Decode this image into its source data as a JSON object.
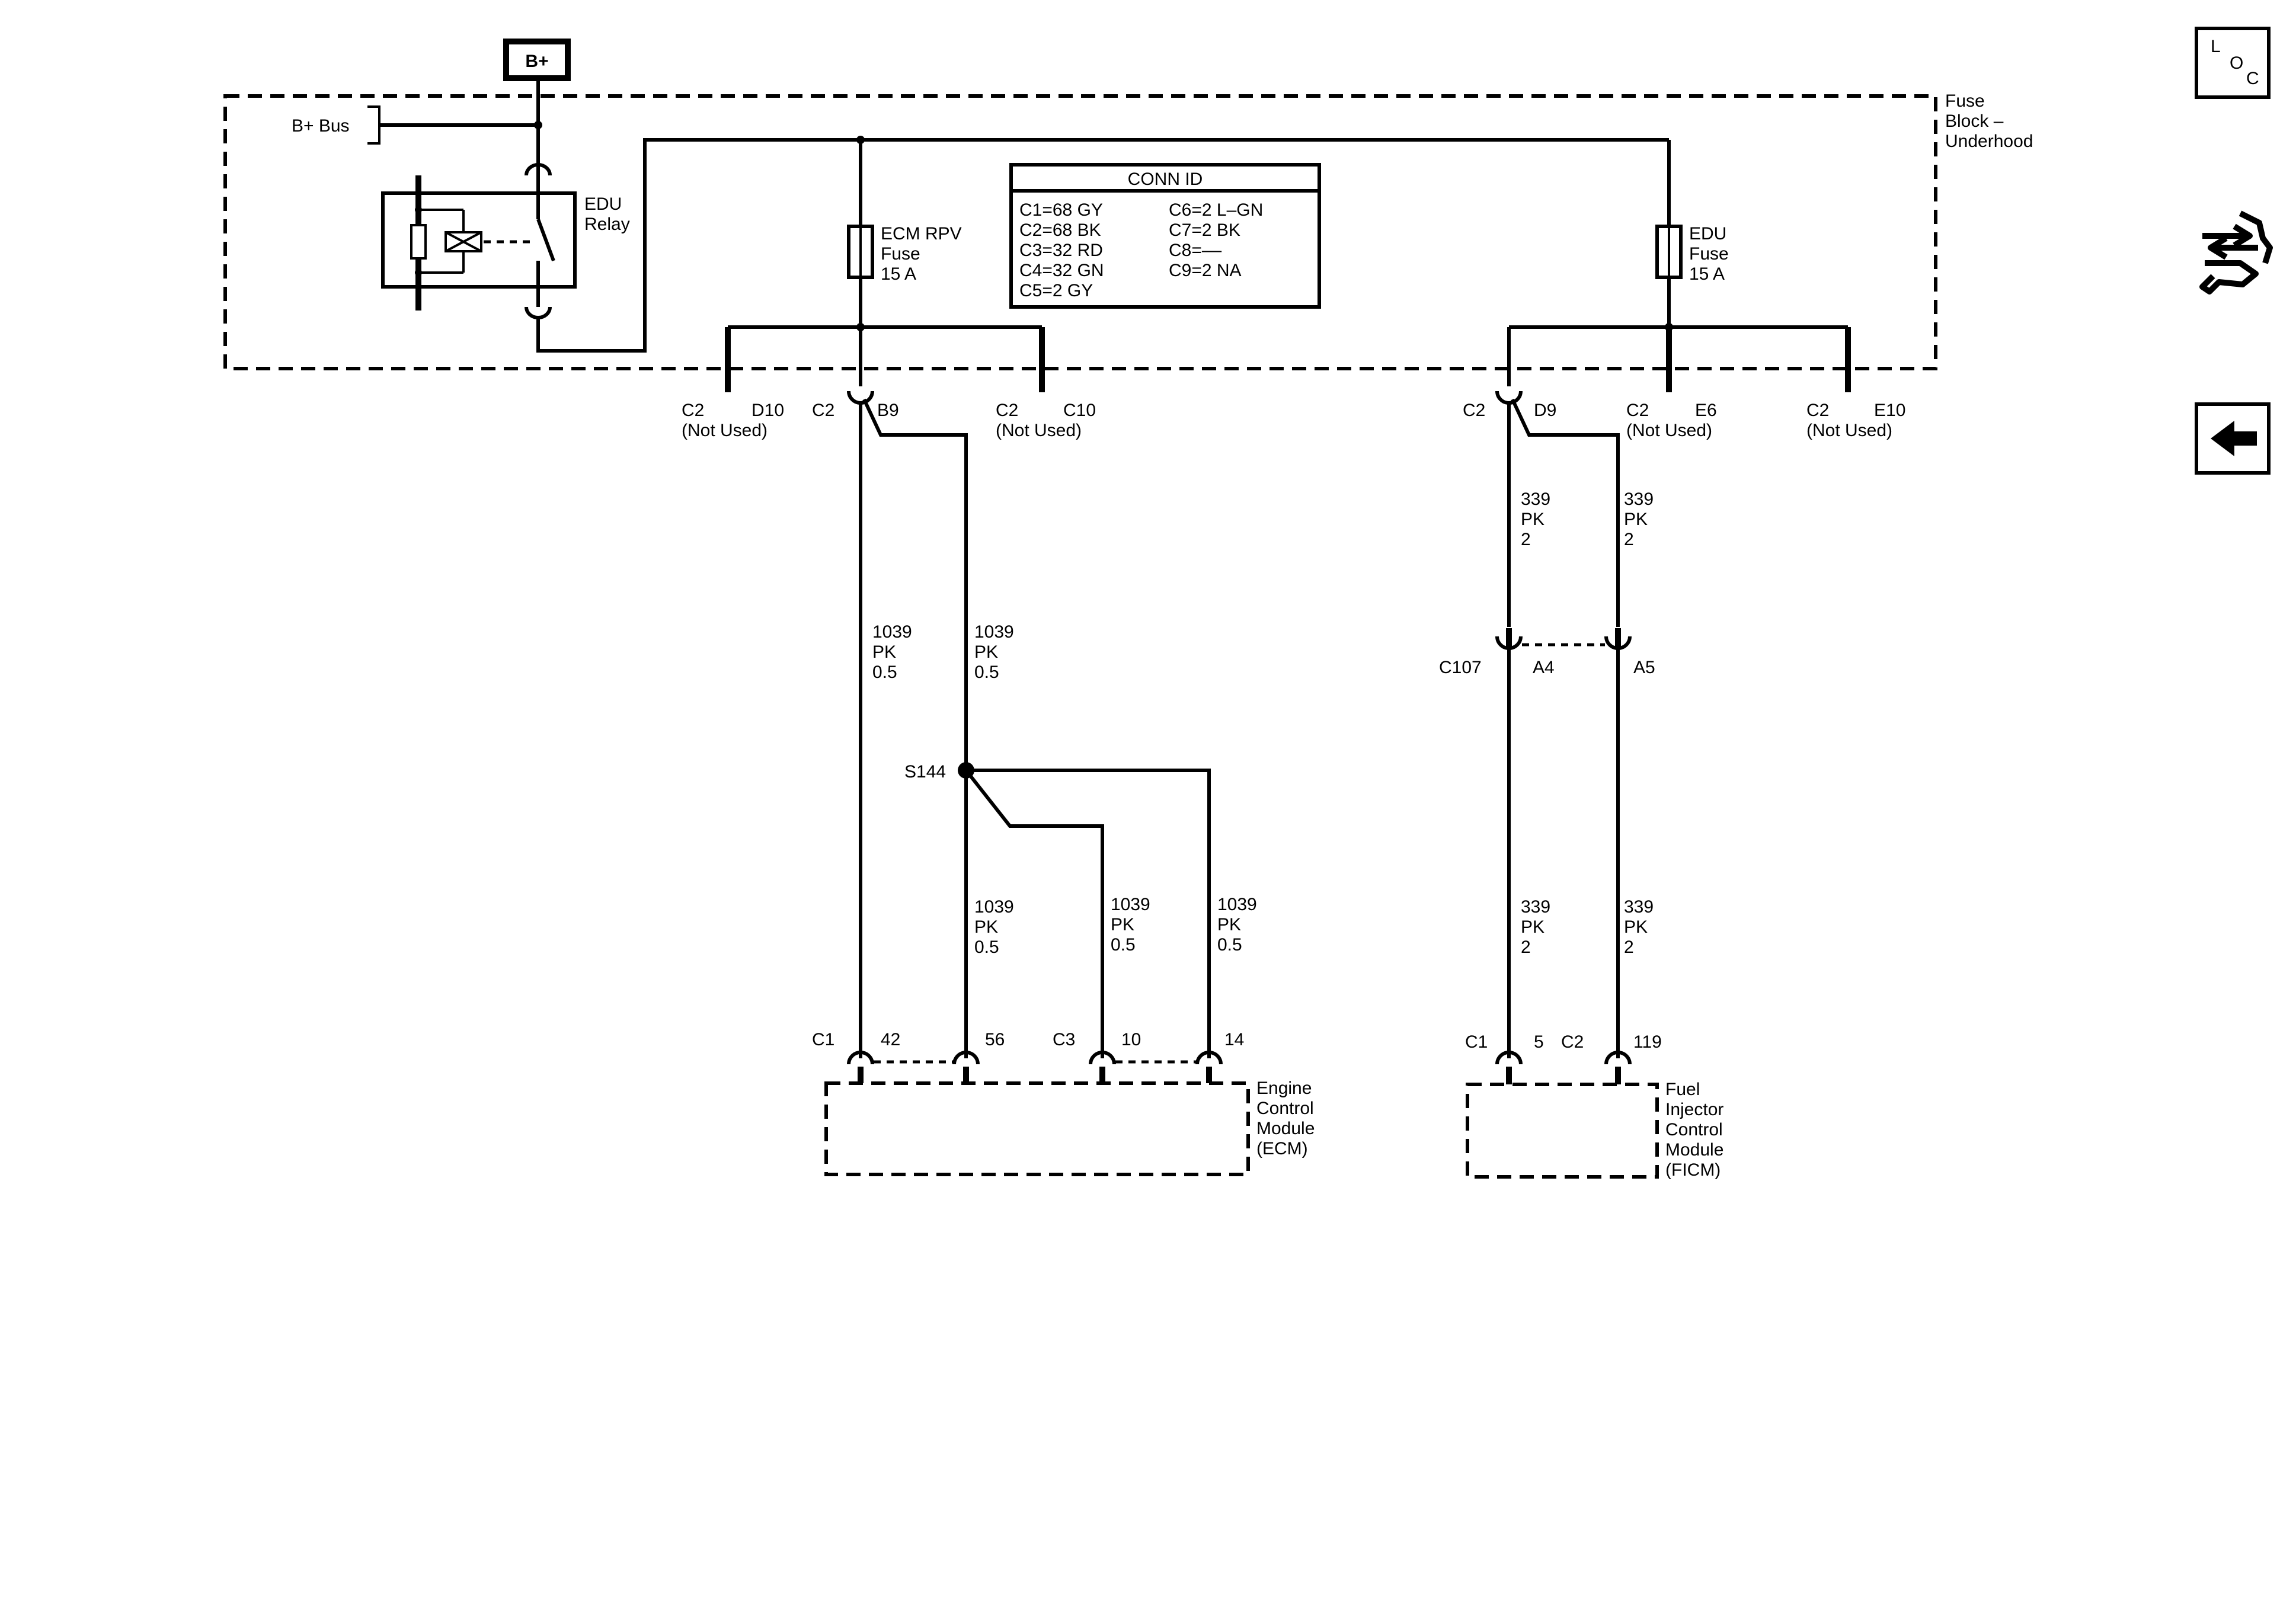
{
  "bplus_label": "B+",
  "bplus_bus_label": "B+ Bus",
  "fuse_block": {
    "line1": "Fuse",
    "line2": "Block –",
    "line3": "Underhood"
  },
  "edu_relay": {
    "line1": "EDU",
    "line2": "Relay"
  },
  "ecm_rpv_fuse": {
    "line1": "ECM RPV",
    "line2": "Fuse",
    "line3": "15 A"
  },
  "edu_fuse": {
    "line1": "EDU",
    "line2": "Fuse",
    "line3": "15 A"
  },
  "conn_id": {
    "title": "CONN ID",
    "left": [
      "C1=68 GY",
      "C2=68 BK",
      "C3=32 RD",
      "C4=32 GN",
      "C5=2 GY"
    ],
    "right": [
      "C6=2 L–GN",
      "C7=2 BK",
      "C8=––",
      "C9=2 NA"
    ]
  },
  "fuse_connectors": {
    "d10": {
      "conn": "C2",
      "pin": "D10",
      "note": "(Not Used)"
    },
    "b9": {
      "conn": "C2",
      "pin": "B9"
    },
    "c10": {
      "conn": "C2",
      "pin": "C10",
      "note": "(Not Used)"
    },
    "d9": {
      "conn": "C2",
      "pin": "D9"
    },
    "e6": {
      "conn": "C2",
      "pin": "E6",
      "note": "(Not Used)"
    },
    "e10": {
      "conn": "C2",
      "pin": "E10",
      "note": "(Not Used)"
    }
  },
  "wire_1039": {
    "circuit": "1039",
    "color": "PK",
    "size": "0.5"
  },
  "wire_339": {
    "circuit": "339",
    "color": "PK",
    "size": "2"
  },
  "splice_label": "S144",
  "c107": {
    "conn": "C107",
    "pin_a": "A4",
    "pin_b": "A5"
  },
  "ecm_pins": {
    "c1": "C1",
    "p42": "42",
    "p56": "56",
    "c3": "C3",
    "p10": "10",
    "p14": "14"
  },
  "ficm_pins": {
    "c1": "C1",
    "p5": "5",
    "c2": "C2",
    "p119": "119"
  },
  "ecm": {
    "line1": "Engine",
    "line2": "Control",
    "line3": "Module",
    "line4": "(ECM)"
  },
  "ficm": {
    "line1": "Fuel",
    "line2": "Injector",
    "line3": "Control",
    "line4": "Module",
    "line5": "(FICM)"
  },
  "nav": {
    "loc_l": "L",
    "loc_o": "O",
    "loc_c": "C"
  }
}
